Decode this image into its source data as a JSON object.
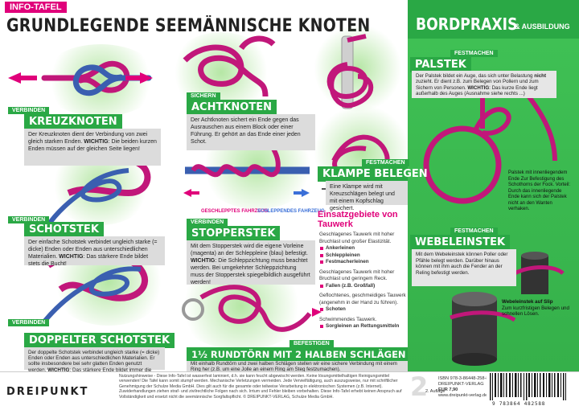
{
  "header": {
    "tag": "INFO-TAFEL",
    "title": "GRUNDLEGENDE SEEMÄNNISCHE KNOTEN"
  },
  "side": {
    "title": "BORDPRAXIS",
    "subtitle": "& AUSBILDUNG"
  },
  "colors": {
    "accent_pink": "#e0007a",
    "accent_green": "#2aa845",
    "rope_magenta": "#c1177a",
    "rope_blue": "#3a5fb0"
  },
  "sections": {
    "kreuzknoten": {
      "tag": "VERBINDEN",
      "title": "KREUZKNOTEN",
      "text_pre": "Der Kreuzknoten dient der Verbindung von zwei gleich starken Enden. ",
      "text_bold": "WICHTIG",
      "text_post": ": Die beiden kurzen Enden müssen auf der gleichen Seite liegen!"
    },
    "achtknoten": {
      "tag": "SICHERN",
      "title": "ACHTKNOTEN",
      "text": "Der Achtknoten sichert ein Ende gegen das Ausrauschen aus einem Block oder einer Führung. Er gehört an das Ende einer jeden Schot."
    },
    "schotstek": {
      "tag": "VERBINDEN",
      "title": "SCHOTSTEK",
      "text_pre": "Der einfache Schotstek verbindet ungleich starke (= dicke) Enden oder Enden aus unterschiedlichen Materialien. ",
      "text_bold": "WICHTIG",
      "text_post": ": Das stärkere Ende bildet stets die Bucht!"
    },
    "stopperstek": {
      "tag": "VERBINDEN",
      "title": "STOPPERSTEK",
      "text_pre": "Mit dem Stopperstek wird die eigene Vorleine (magenta) an der Schleppleine (blau) befestigt. ",
      "text_bold": "WICHTIG",
      "text_post": ": Die Schleppzichtung muss beachtet werden. Bei umgekehrter Schleppzichtung muss der Stopperstek spiegelbildlich ausgeführt werden!"
    },
    "klampe": {
      "tag": "FESTMACHEN",
      "title": "KLAMPE BELEGEN",
      "text": "Eine Klampe wird mit Kreuzschlägen belegt und mit einem Kopfschlag gesichert."
    },
    "doppelter": {
      "tag": "VERBINDEN",
      "title": "DOPPELTER SCHOTSTEK",
      "text_pre": "Der doppelte Schotstek verbindet ungleich starke (= dicke) Enden oder Enden aus unterschiedlichen Materialien. Er sollte insbesondere bei sehr glatten Enden genutzt werden. ",
      "text_bold": "WICHTIG",
      "text_post": ": Das stärkere Ende bildet immer die Bucht!"
    },
    "rundtoern": {
      "tag": "BEFESTIGEN",
      "title": "1½ RUNDTÖRN MIT 2 HALBEN SCHLÄGEN",
      "text": "Mit einhalb Rundtörn und zwei halben Schlägen stellen wir eine sichere Verbindung mit einem Ring her (z.B. um eine Jolle an einem Ring am Steg festzumachen)."
    },
    "palstek": {
      "tag": "FESTMACHEN",
      "title": "PALSTEK",
      "text_pre": "Der Palstek bildet ein Auge, das sich unter Belastung ",
      "text_bold1": "nicht",
      "text_mid": " zuzieht. Er dient z.B. zum Belegen von Pollern und zum Sichern von Personen. ",
      "text_bold2": "WICHTIG",
      "text_post": ": Das kurze Ende liegt außerhalb des Auges (Ausnahme siehe rechts ...)",
      "side_note": "Palstek mit innenliegendem Ende Zur Befestigung des Schothorns der Fock. Vorteil: Durch das innenliegende Ende kann sich der Palstek nicht an den Wanten verhaken."
    },
    "webeleinstek": {
      "tag": "FESTMACHEN",
      "title": "WEBELEINSTEK",
      "text": "Mit dem Webeleinstek können Poller oder Pfähle belegt werden. Darüber hinaus können mit ihm auch die Fender an der Reling befestigt werden.",
      "side_note_title": "Webeleinstek auf Slip",
      "side_note": "Zum kurzfristigen Belegen und schnellen Lösen."
    }
  },
  "stopper_labels": {
    "left": "GESCHLEPPTES FAHRZEUG",
    "right": "SCHLEPPENDES FAHRZEUG"
  },
  "einsatz": {
    "title": "Einsatzgebiete von Tauwerk",
    "groups": [
      {
        "text": "Geschlagenes Tauwerk mit hoher Bruchlast und großer Elastizität.",
        "items": [
          "Ankerleinen",
          "Schleppleinen",
          "Festmacherleinen"
        ]
      },
      {
        "text": "Geschlagenes Tauwerk mit hoher Bruchlast und geringem Reck.",
        "items": [
          "Fallen (z.B. Großfall)"
        ]
      },
      {
        "text": "Geflochtenes, geschmeidiges Tauwerk (angenehm in der Hand zu führen).",
        "items": [
          "Schoten"
        ]
      },
      {
        "text": "Schwimmendes Tauwerk.",
        "items": [
          "Sorgleinen an Rettungsmitteln"
        ]
      }
    ]
  },
  "footer": {
    "logo": "DREIPUNKT",
    "note": "Nutzungshinweise - Diese Info-Tafel ist wasserfest laminiert, d.h. sie kann feucht abgewischt werden. Keine lösungsmittelhaltigen Reinigungsmittel verwenden! Die Tafel kann somit stumpf werden. Mechanische Verletzungen vermeiden. Jede Vervielfältigung, auch auszugsweise, nur mit schriftlicher Genehmigung der Schulze Media GmbH. Dies gilt auch für die gesamte oder teilweise Verarbeitung in elektronischen Systemen (z.B. Internet). Zuwiderhandlungen ziehen straf- und zivilrechtliche Folgen nach sich. Irrtum und Fehler bleiben vorbehalten. Diese Info-Tafel erhebt keinen Anspruch auf Vollständigkeit und ersetzt nicht die seemännische Sorgfaltspflicht. © DREIPUNKT-VERLAG, Schulze Media GmbH.",
    "edition_num": "2",
    "edition": "2. Auflage",
    "isbn": "ISBN  978-3-86448-258-8",
    "publisher": "DREIPUNKT-VERLAG",
    "price": "EUR 7,90",
    "web": "www.dreipunkt-verlag.de",
    "barcode": "9 783864 482588"
  }
}
